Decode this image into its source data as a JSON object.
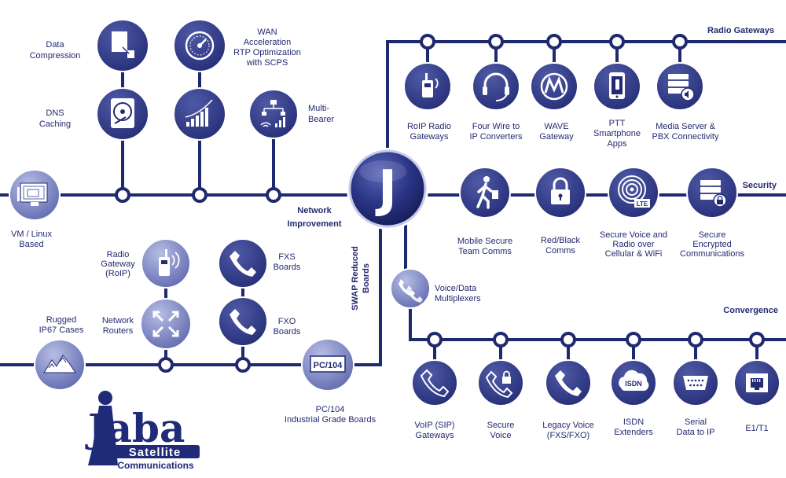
{
  "colors": {
    "navy": "#1f2a6e",
    "node": "#2c3581",
    "node_light": "#dde1f2",
    "white": "#ffffff"
  },
  "hub": {
    "letter": "J"
  },
  "sections": {
    "radio_gateways": "Radio Gateways",
    "security": "Security",
    "convergence": "Convergence",
    "network_improvement_1": "Network",
    "network_improvement_2": "Improvement",
    "swap_1": "SWAP Reduced",
    "swap_2": "Boards"
  },
  "nodes": {
    "data_compression": {
      "icon": "file-compress-icon",
      "lines": [
        "Data",
        "Compression"
      ]
    },
    "dns_caching": {
      "icon": "hard-disk-icon",
      "lines": [
        "DNS",
        "Caching"
      ]
    },
    "wan_acceleration": {
      "icon": "speedometer-icon",
      "lines": [
        "WAN",
        "Acceleration",
        "RTP Optimization",
        "with SCPS"
      ]
    },
    "bandwidth": {
      "icon": "signal-bars-icon",
      "lines": []
    },
    "multi_bearer": {
      "icon": "network-tree-icon",
      "lines": [
        "Multi-",
        "Bearer"
      ]
    },
    "vm_linux": {
      "icon": "computer-monitor-icon",
      "lines": [
        "VM / Linux",
        "Based"
      ]
    },
    "radio_gateway": {
      "icon": "radio-handset-icon",
      "lines": [
        "Radio",
        "Gateway",
        "(RoIP)"
      ]
    },
    "network_routers": {
      "icon": "router-arrows-icon",
      "lines": [
        "Network",
        "Routers"
      ]
    },
    "fxs_boards": {
      "icon": "phone-icon",
      "lines": [
        "FXS",
        "Boards"
      ]
    },
    "fxo_boards": {
      "icon": "phone-icon",
      "lines": [
        "FXO",
        "Boards"
      ]
    },
    "rugged_cases": {
      "icon": "mountain-icon",
      "lines": [
        "Rugged",
        "IP67 Cases"
      ]
    },
    "pc104": {
      "icon": "pc104-board-icon",
      "badge": "PC/104",
      "lines": [
        "PC/104",
        "Industrial Grade Boards"
      ]
    },
    "roip_gateways": {
      "icon": "radio-handset-icon",
      "lines": [
        "RoIP Radio",
        "Gateways"
      ]
    },
    "four_wire": {
      "icon": "headset-icon",
      "lines": [
        "Four Wire to",
        "IP Converters"
      ]
    },
    "wave_gateway": {
      "icon": "motorola-logo-icon",
      "lines": [
        "WAVE",
        "Gateway"
      ]
    },
    "ptt_apps": {
      "icon": "smartphone-icon",
      "lines": [
        "PTT",
        "Smartphone",
        "Apps"
      ]
    },
    "media_server": {
      "icon": "server-rack-icon",
      "lines": [
        "Media Server &",
        "PBX Connectivity"
      ]
    },
    "mobile_secure": {
      "icon": "walking-person-icon",
      "lines": [
        "Mobile Secure",
        "Team Comms"
      ]
    },
    "red_black": {
      "icon": "padlock-icon",
      "lines": [
        "Red/Black",
        "Comms"
      ]
    },
    "secure_voice_lte": {
      "icon": "lte-antenna-icon",
      "badge": "LTE",
      "lines": [
        "Secure Voice and",
        "Radio over",
        "Cellular & WiFi"
      ]
    },
    "secure_encrypted": {
      "icon": "server-lock-icon",
      "lines": [
        "Secure",
        "Encrypted",
        "Communications"
      ]
    },
    "voice_data_mux": {
      "icon": "phone-pair-icon",
      "lines": [
        "Voice/Data",
        "Multiplexers"
      ]
    },
    "voip_gateways": {
      "icon": "phone-icon",
      "lines": [
        "VoIP (SIP)",
        "Gateways"
      ]
    },
    "secure_voice": {
      "icon": "phone-lock-icon",
      "lines": [
        "Secure",
        "Voice"
      ]
    },
    "legacy_voice": {
      "icon": "phone-icon",
      "lines": [
        "Legacy Voice",
        "(FXS/FXO)"
      ]
    },
    "isdn": {
      "icon": "isdn-cloud-icon",
      "badge": "ISDN",
      "lines": [
        "ISDN",
        "Extenders"
      ]
    },
    "serial_data": {
      "icon": "serial-port-icon",
      "lines": [
        "Serial",
        "Data to IP"
      ]
    },
    "e1t1": {
      "icon": "rj45-port-icon",
      "lines": [
        "E1/T1"
      ]
    }
  },
  "logo": {
    "word": "Jaba",
    "line2": "Satellite",
    "line3": "Communications"
  }
}
